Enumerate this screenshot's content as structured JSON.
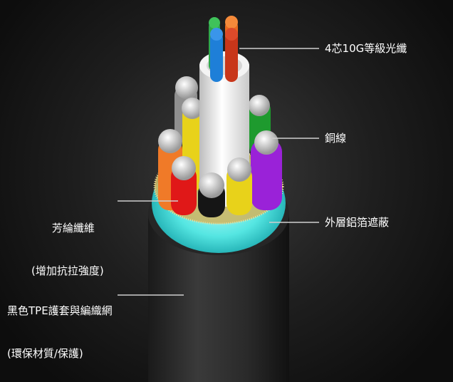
{
  "labels": {
    "fiber_cores": "4芯10G等級光纖",
    "copper_wire": "銅線",
    "aramid_line1": "芳綸纖維",
    "aramid_line2": "(增加抗拉強度)",
    "foil_shield": "外層鋁箔遮蔽",
    "jacket_line1": "黑色TPE護套與編織網",
    "jacket_line2": "(環保材質/保護)"
  },
  "colors": {
    "background": "#1e1e1e",
    "jacket": "#2b2b2b",
    "foil_shield": "#4fe3e0",
    "aramid": "#d8c36a",
    "fiber_blue": "#1e7fd8",
    "fiber_red": "#c8361a",
    "fiber_green": "#2fa84a",
    "fiber_orange": "#e86a1e",
    "wire_yellow": "#e8d21a",
    "wire_red": "#e01818",
    "wire_black": "#151515",
    "wire_purple": "#9a22d8",
    "wire_orange": "#f07a28",
    "wire_green": "#1e9a2e",
    "wire_gray": "#9a9a9a",
    "leader_line": "#cfcfcf"
  }
}
